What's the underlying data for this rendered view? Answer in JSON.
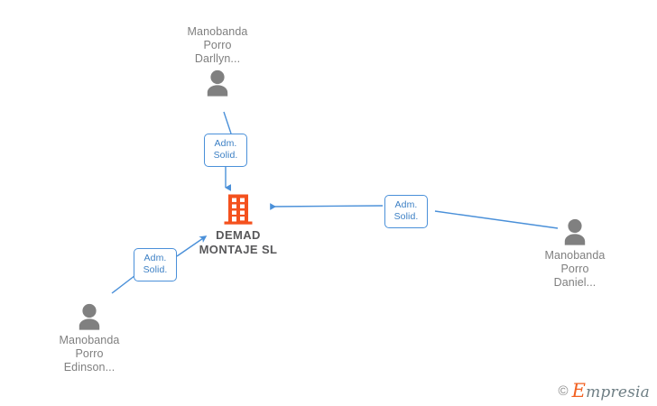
{
  "diagram": {
    "title": "DEMAD MONTAJE SL relationship graph",
    "background_color": "#ffffff",
    "edge_color": "#4a90d9",
    "company_icon_color": "#f4511e",
    "person_icon_color": "#808080",
    "label_color": "#7f7f7f",
    "company_label_color": "#58585a",
    "chip_border_color": "#4a90d9",
    "chip_text_color": "#3b7fc4"
  },
  "company": {
    "name": "DEMAD\nMONTAJE  SL",
    "icon": "building-icon"
  },
  "people": [
    {
      "id": "darllyn",
      "name": "Manobanda\nPorro\nDarllyn...",
      "icon": "person-icon",
      "position": "top"
    },
    {
      "id": "daniel",
      "name": "Manobanda\nPorro\nDaniel...",
      "icon": "person-icon",
      "position": "right"
    },
    {
      "id": "edinson",
      "name": "Manobanda\nPorro\nEdinson...",
      "icon": "person-icon",
      "position": "bottom-left"
    }
  ],
  "relations": [
    {
      "id": "rel-darllyn",
      "label": "Adm.\nSolid.",
      "from": "darllyn",
      "to": "company"
    },
    {
      "id": "rel-daniel",
      "label": "Adm.\nSolid.",
      "from": "daniel",
      "to": "company"
    },
    {
      "id": "rel-edinson",
      "label": "Adm.\nSolid.",
      "from": "edinson",
      "to": "company"
    }
  ],
  "watermark": {
    "copyright": "©",
    "brand_initial": "E",
    "brand_rest": "mpresia"
  }
}
